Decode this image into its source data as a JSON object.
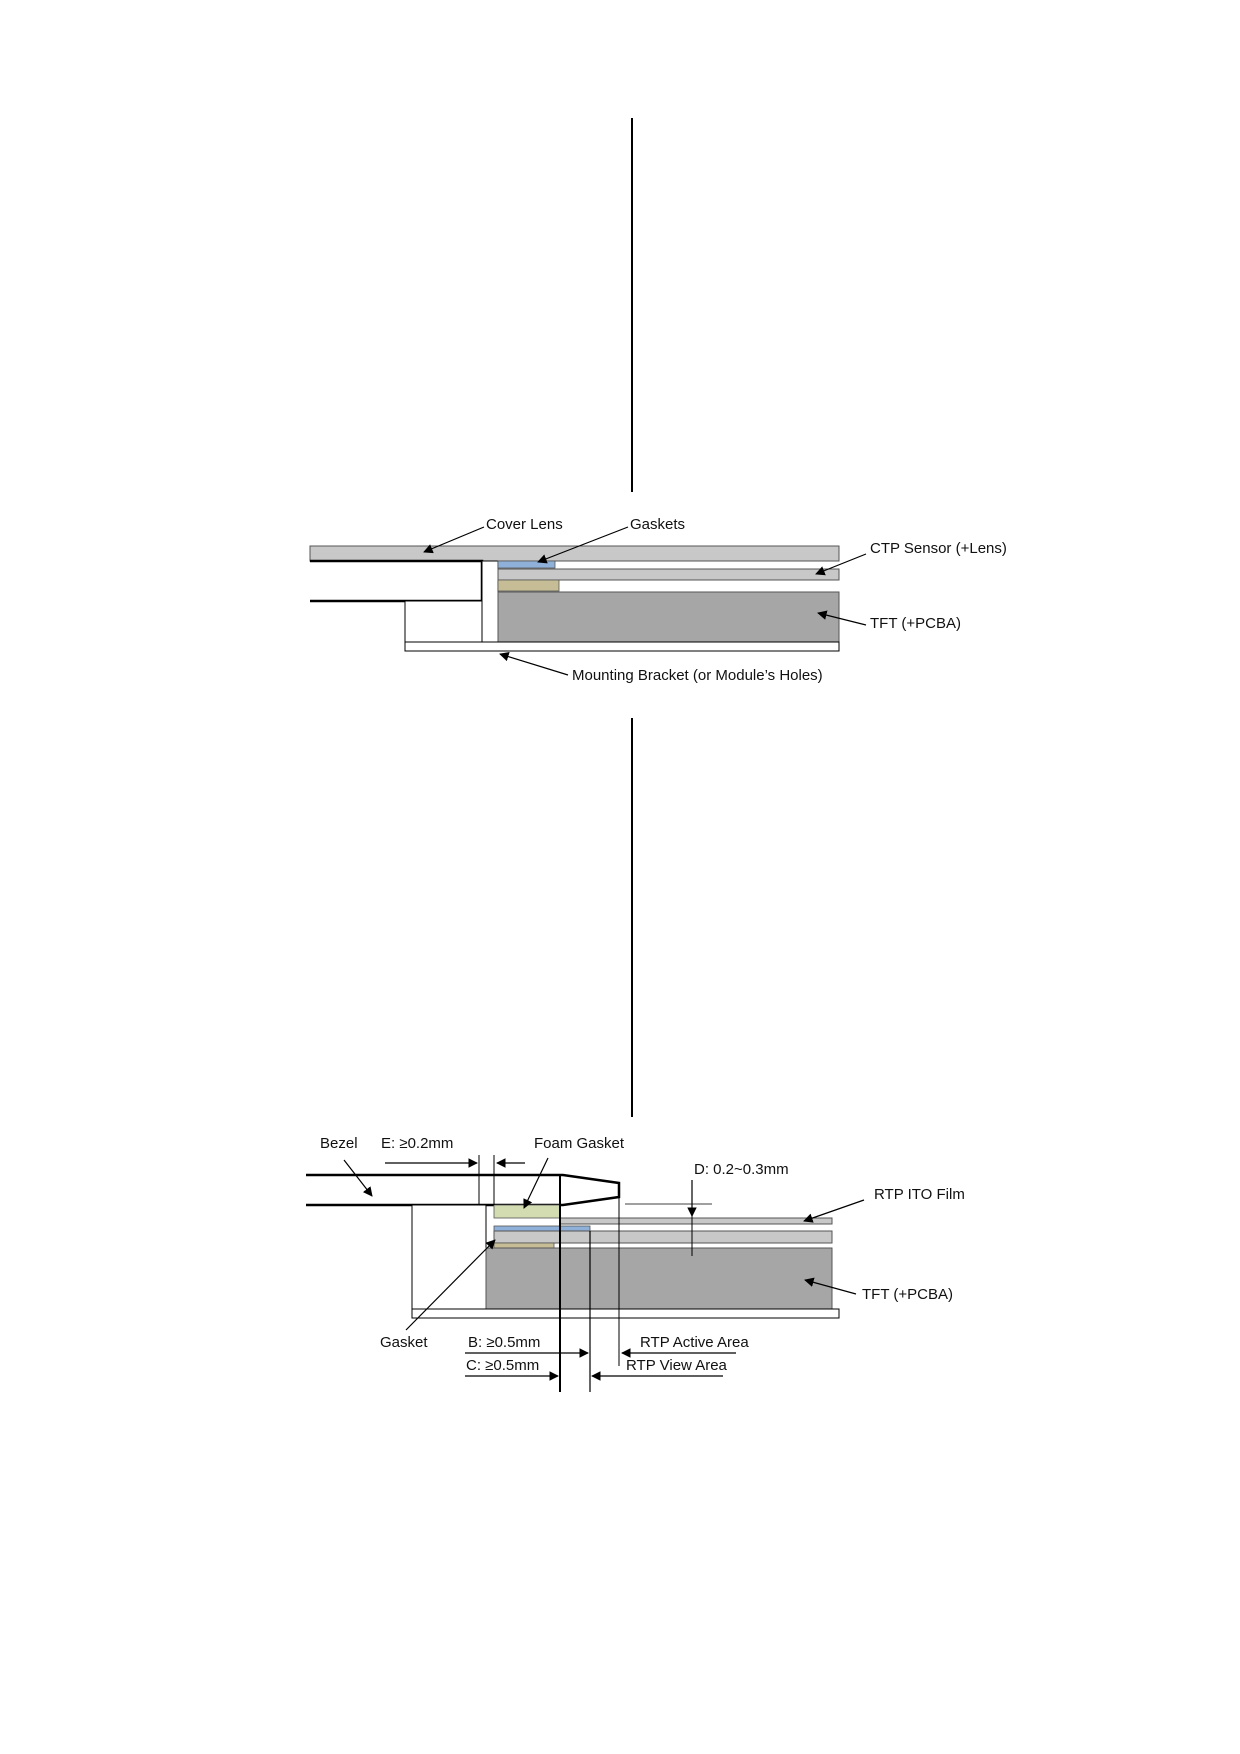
{
  "colors": {
    "gray_light": "#c8c8c8",
    "gray_dark": "#a6a6a6",
    "gasket_blue": "#8fb0d8",
    "gasket_tan": "#c6bd96",
    "foam_green": "#d2dcb0",
    "stroke": "#000000"
  },
  "diagram1": {
    "labels": {
      "cover_lens": "Cover Lens",
      "gaskets": "Gaskets",
      "ctp_sensor": "CTP Sensor (+Lens)",
      "tft": "TFT (+PCBA)",
      "mounting_bracket": "Mounting Bracket (or Module’s Holes)"
    }
  },
  "diagram2": {
    "labels": {
      "bezel": "Bezel",
      "dim_e": "E:  ≥0.2mm",
      "foam_gasket": "Foam Gasket",
      "dim_d": "D: 0.2~0.3mm",
      "rtp_ito_film": "RTP ITO Film",
      "tft": "TFT (+PCBA)",
      "gasket": "Gasket",
      "dim_b": "B:  ≥0.5mm",
      "rtp_active_area": "RTP Active Area",
      "dim_c": "C:  ≥0.5mm",
      "rtp_view_area": "RTP View Area"
    }
  }
}
